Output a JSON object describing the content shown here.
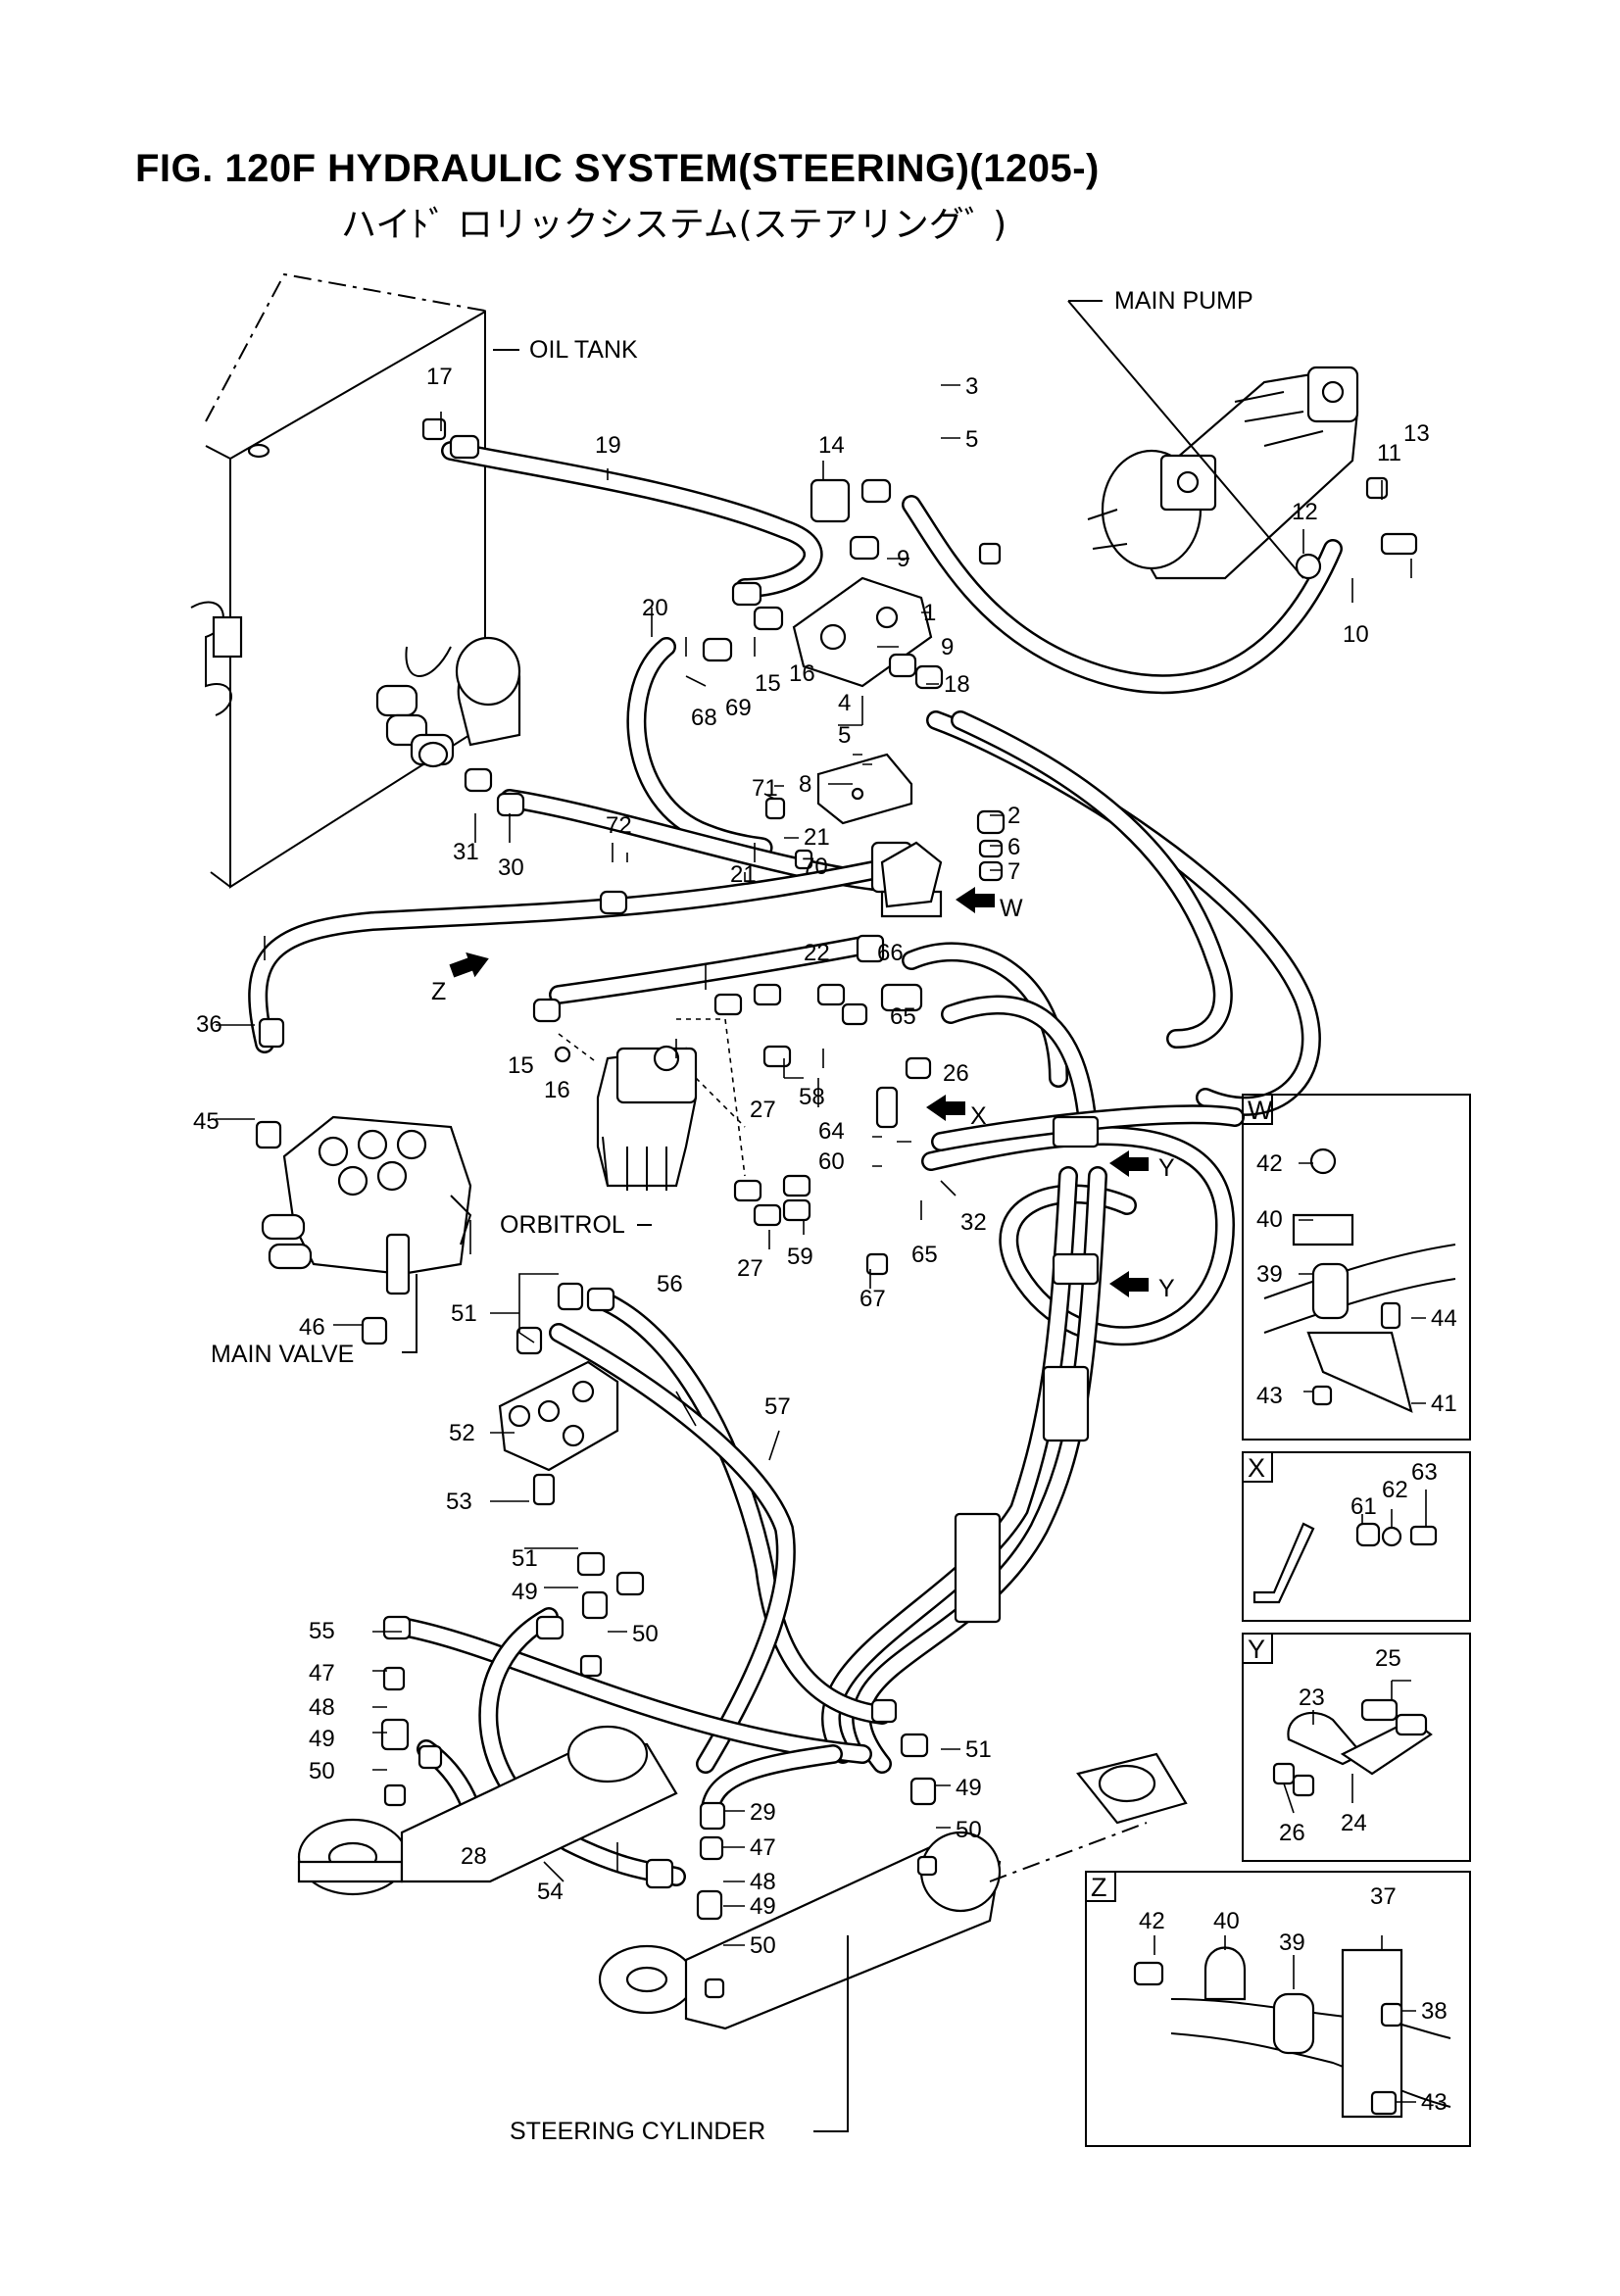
{
  "figure": {
    "title": "FIG. 120F  HYDRAULIC SYSTEM(STEERING)(1205-)",
    "subtitle": "ハイﾄﾞ ロリックシステム(ステアリングﾞ )"
  },
  "component_labels": {
    "oil_tank": "OIL TANK",
    "main_pump": "MAIN PUMP",
    "orbitrol": "ORBITROL",
    "main_valve": "MAIN VALVE",
    "steering_cylinder": "STEERING CYLINDER"
  },
  "view_markers": {
    "w": "W",
    "x": "X",
    "y": "Y",
    "z": "Z"
  },
  "part_numbers": {
    "n1": "1",
    "n2": "2",
    "n3": "3",
    "n4": "4",
    "n5a": "5",
    "n5b": "5",
    "n6": "6",
    "n7": "7",
    "n8": "8",
    "n9a": "9",
    "n9b": "9",
    "n10": "10",
    "n11": "11",
    "n12": "12",
    "n13": "13",
    "n14": "14",
    "n15a": "15",
    "n15b": "15",
    "n16a": "16",
    "n16b": "16",
    "n17": "17",
    "n18": "18",
    "n19": "19",
    "n20": "20",
    "n21a": "21",
    "n21b": "21",
    "n22": "22",
    "n26": "26",
    "n27a": "27",
    "n27b": "27",
    "n28": "28",
    "n29": "29",
    "n30": "30",
    "n31": "31",
    "n32": "32",
    "n36": "36",
    "n45": "45",
    "n46": "46",
    "n47a": "47",
    "n47b": "47",
    "n48a": "48",
    "n48b": "48",
    "n49a": "49",
    "n49b": "49",
    "n49c": "49",
    "n49d": "49",
    "n50a": "50",
    "n50b": "50",
    "n50c": "50",
    "n50d": "50",
    "n51a": "51",
    "n51b": "51",
    "n51c": "51",
    "n52": "52",
    "n53": "53",
    "n54": "54",
    "n55": "55",
    "n56": "56",
    "n57": "57",
    "n58": "58",
    "n59": "59",
    "n60": "60",
    "n64": "64",
    "n65a": "65",
    "n65b": "65",
    "n66": "66",
    "n67": "67",
    "n68": "68",
    "n69": "69",
    "n70": "70",
    "n71": "71",
    "n72": "72"
  },
  "detail_w": {
    "id": "W",
    "n42": "42",
    "n40": "40",
    "n39": "39",
    "n44": "44",
    "n43": "43",
    "n41": "41"
  },
  "detail_x": {
    "id": "X",
    "n61": "61",
    "n62": "62",
    "n63": "63"
  },
  "detail_y": {
    "id": "Y",
    "n23": "23",
    "n25": "25",
    "n26": "26",
    "n24": "24"
  },
  "detail_z": {
    "id": "Z",
    "n42": "42",
    "n40": "40",
    "n39": "39",
    "n37": "37",
    "n38": "38",
    "n43": "43"
  }
}
